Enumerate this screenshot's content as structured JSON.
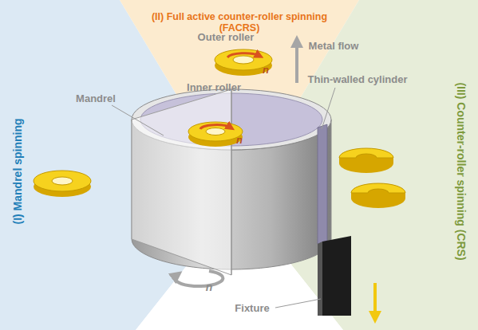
{
  "diagram": {
    "labels": [
      "(II) Full active counter-roller spinning (FACRS)",
      "(I) Mandrel spinning",
      "(III) Counter-roller spinning (CRS)",
      "Outer roller",
      "n",
      "Metal flow",
      "Inner roller",
      "Thin-walled cylinder",
      "Mandrel",
      "n",
      "n",
      "Fixture"
    ]
  }
}
